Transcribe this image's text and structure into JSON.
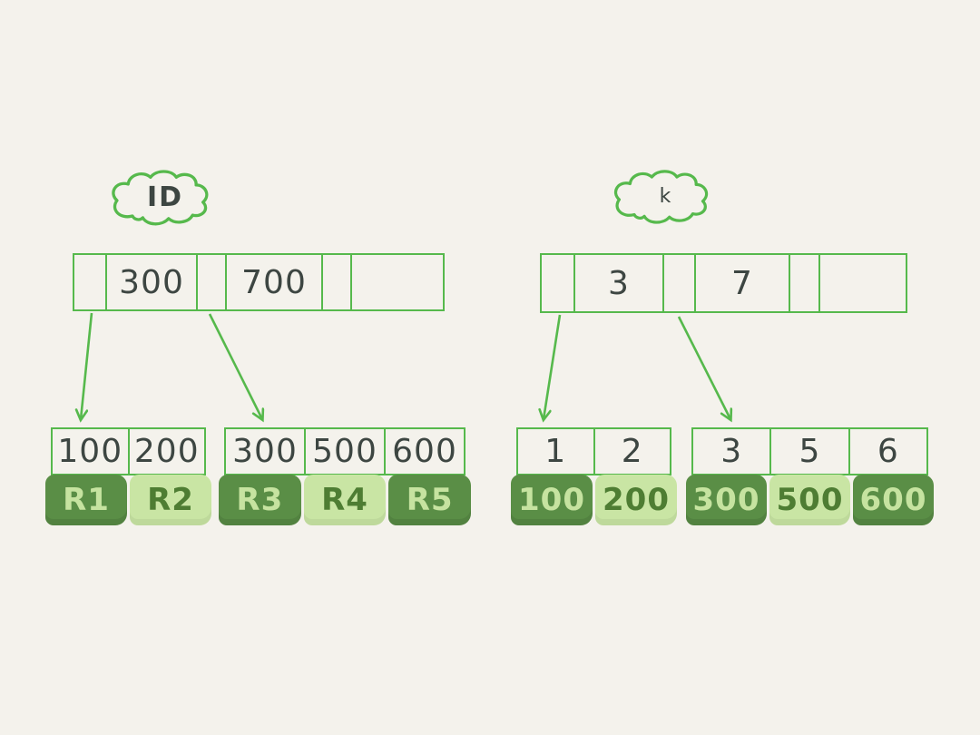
{
  "palette": {
    "background": "#f4f2ec",
    "outline_green": "#56b94c",
    "dark_green_fill": "#5a8e46",
    "light_green_fill": "#c9e5a4",
    "ink": "#3d4642",
    "text_on_dark": "#c6e3a0",
    "text_on_light": "#4e7d33"
  },
  "left_tree": {
    "label": "ID",
    "root": {
      "cells": [
        "",
        "300",
        "",
        "700",
        "",
        ""
      ]
    },
    "leaves": [
      {
        "keys": [
          "100",
          "200"
        ],
        "records": [
          "R1",
          "R2"
        ]
      },
      {
        "keys": [
          "300",
          "500",
          "600"
        ],
        "records": [
          "R3",
          "R4",
          "R5"
        ]
      }
    ]
  },
  "right_tree": {
    "label": "k",
    "root": {
      "cells": [
        "",
        "3",
        "",
        "7",
        "",
        ""
      ]
    },
    "leaves": [
      {
        "keys": [
          "1",
          "2"
        ],
        "records": [
          "100",
          "200"
        ]
      },
      {
        "keys": [
          "3",
          "5",
          "6"
        ],
        "records": [
          "300",
          "500",
          "600"
        ]
      }
    ]
  }
}
